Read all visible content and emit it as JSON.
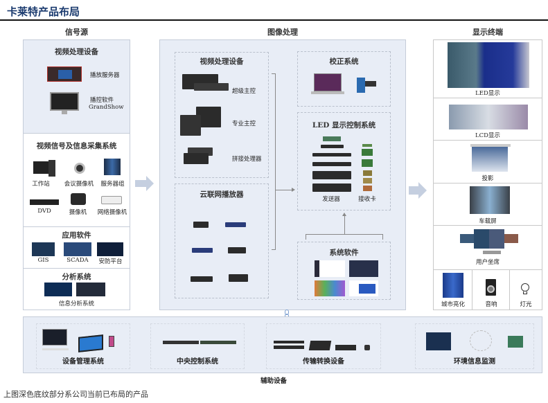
{
  "title": "卡莱特产品布局",
  "footnote": "上图深色底纹部分系公司当前已布局的产品",
  "columns": {
    "signal_source": "信号源",
    "image_processing": "图像处理",
    "display_terminal": "显示终端"
  },
  "signal_source": {
    "video_processing": {
      "header": "视频处理设备",
      "items": [
        {
          "label": "播放服务器",
          "icon": "media-server-icon"
        },
        {
          "label": "播控软件",
          "sublabel": "GrandShow",
          "icon": "monitor-icon"
        }
      ]
    },
    "video_signal_collection": {
      "header": "视频信号及信息采集系统",
      "items": [
        {
          "label": "工作站",
          "icon": "workstation-icon"
        },
        {
          "label": "会议摄像机",
          "icon": "conference-camera-icon"
        },
        {
          "label": "服务器组",
          "icon": "server-rack-icon"
        },
        {
          "label": "DVD",
          "icon": "dvd-player-icon"
        },
        {
          "label": "摄像机",
          "icon": "video-camera-icon"
        },
        {
          "label": "网络摄像机",
          "icon": "network-camera-icon"
        }
      ]
    },
    "application_software": {
      "header": "应用软件",
      "items": [
        {
          "label": "GIS"
        },
        {
          "label": "SCADA"
        },
        {
          "label": "安防平台"
        }
      ]
    },
    "analysis_system": {
      "header": "分析系统",
      "caption": "信息分析系统"
    }
  },
  "image_processing": {
    "video_processing": {
      "header": "视频处理设备",
      "items": [
        {
          "label": "超级主控"
        },
        {
          "label": "专业主控"
        },
        {
          "label": "拼接处理器"
        }
      ]
    },
    "cloud_player": {
      "header": "云联网播放器"
    },
    "calibration": {
      "header": "校正系统"
    },
    "led_control": {
      "header": "LED 显示控制系统",
      "sender": "发送器",
      "receiver": "接收卡"
    },
    "system_software": {
      "header": "系统软件"
    }
  },
  "display_terminal": {
    "items": [
      {
        "label": "LED显示"
      },
      {
        "label": "LCD显示"
      },
      {
        "label": "投影"
      },
      {
        "label": "车载屏"
      },
      {
        "label": "用户坐席"
      }
    ],
    "bottom_items": [
      {
        "label": "城市亮化"
      },
      {
        "label": "音响"
      },
      {
        "label": "灯光"
      }
    ]
  },
  "auxiliary": {
    "caption": "辅助设备",
    "groups": [
      {
        "label": "设备管理系统"
      },
      {
        "label": "中央控制系统"
      },
      {
        "label": "传输转换设备"
      },
      {
        "label": "环境信息监测"
      }
    ]
  },
  "colors": {
    "panel_bg": "#e8edf6",
    "title": "#1a3a6e",
    "arrow": "#c5cfe0"
  }
}
